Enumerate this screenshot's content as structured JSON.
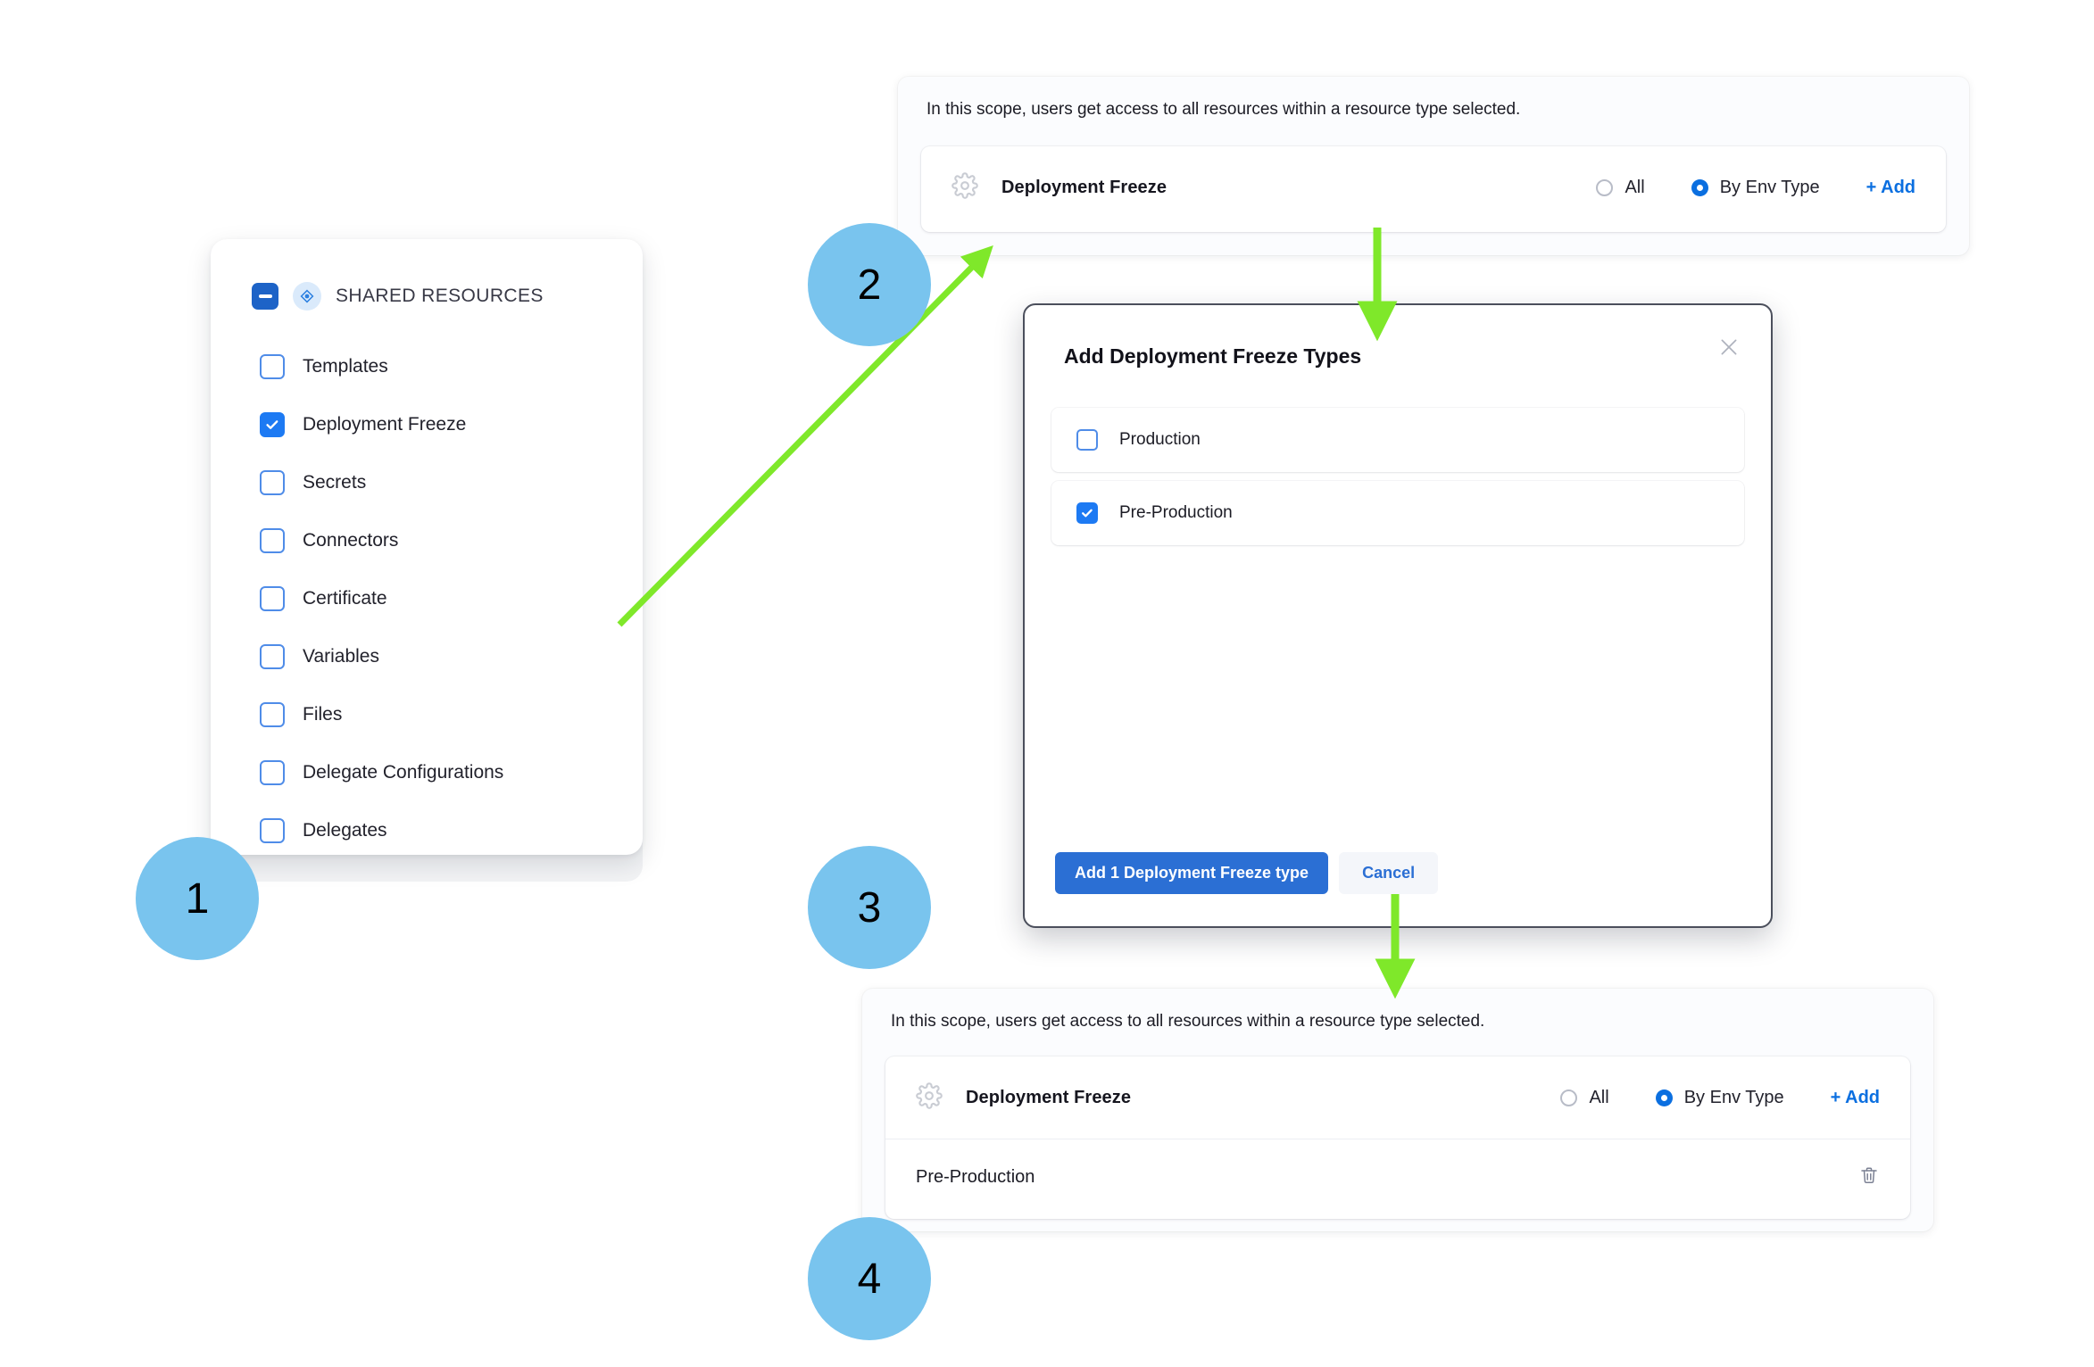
{
  "steps": [
    {
      "number": "1"
    },
    {
      "number": "2"
    },
    {
      "number": "3"
    },
    {
      "number": "4"
    }
  ],
  "colors": {
    "bubble": "#79c4ee",
    "arrow": "#7fe82a",
    "accent_blue": "#0b6fe0",
    "checkbox_checked": "#1d7af3",
    "primary_button": "#2b6fd4"
  },
  "shared_resources": {
    "title": "SHARED RESOURCES",
    "header_checkbox_state": "indeterminate",
    "header_icon": "resource-node-icon",
    "items": [
      {
        "label": "Templates",
        "checked": false
      },
      {
        "label": "Deployment Freeze",
        "checked": true
      },
      {
        "label": "Secrets",
        "checked": false
      },
      {
        "label": "Connectors",
        "checked": false
      },
      {
        "label": "Certificate",
        "checked": false
      },
      {
        "label": "Variables",
        "checked": false
      },
      {
        "label": "Files",
        "checked": false
      },
      {
        "label": "Delegate Configurations",
        "checked": false
      },
      {
        "label": "Delegates",
        "checked": false
      }
    ]
  },
  "scope_panel_before": {
    "note": "In this scope, users get access to all resources within a resource type selected.",
    "resource_name": "Deployment Freeze",
    "resource_icon": "gear-icon",
    "radio_all_label": "All",
    "radio_env_label": "By Env Type",
    "radio_selected": "By Env Type",
    "add_label": "+ Add"
  },
  "modal": {
    "title": "Add Deployment Freeze Types",
    "close_icon": "close-icon",
    "options": [
      {
        "label": "Production",
        "checked": false
      },
      {
        "label": "Pre-Production",
        "checked": true
      }
    ],
    "primary_button": "Add 1 Deployment Freeze type",
    "secondary_button": "Cancel"
  },
  "scope_panel_after": {
    "note": "In this scope, users get access to all resources within a resource type selected.",
    "resource_name": "Deployment Freeze",
    "resource_icon": "gear-icon",
    "radio_all_label": "All",
    "radio_env_label": "By Env Type",
    "radio_selected": "By Env Type",
    "add_label": "+ Add",
    "selected_values": [
      {
        "label": "Pre-Production",
        "delete_icon": "trash-icon"
      }
    ]
  }
}
